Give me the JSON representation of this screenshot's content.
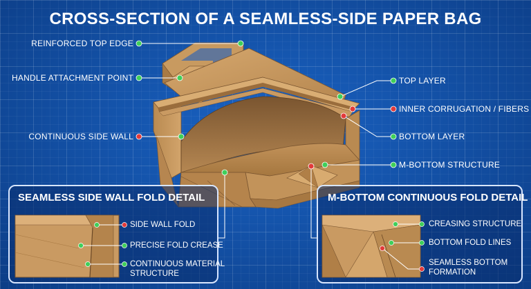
{
  "title": "CROSS-SECTION OF A SEAMLESS-SIDE PAPER BAG",
  "labels": {
    "reinforced_top_edge": "REINFORCED TOP EDGE",
    "handle_attachment_point": "HANDLE ATTACHMENT POINT",
    "continuous_side_wall": "CONTINUOUS SIDE WALL",
    "top_layer": "TOP LAYER",
    "inner_corrugation": "INNER CORRUGATION / FIBERS",
    "bottom_layer": "BOTTOM LAYER",
    "m_bottom_structure": "M-BOTTOM STRUCTURE"
  },
  "insets": {
    "side_wall": {
      "title": "SEAMLESS SIDE WALL FOLD DETAIL",
      "side_wall_fold": "SIDE WALL FOLD",
      "precise_fold_crease": "PRECISE FOLD CREASE",
      "continuous_material_line1": "CONTINUOUS MATERIAL",
      "continuous_material_line2": "STRUCTURE"
    },
    "m_bottom": {
      "title": "M-BOTTOM CONTINUOUS FOLD DETAIL",
      "creasing_structure": "CREASING STRUCTURE",
      "bottom_fold_lines": "BOTTOM FOLD LINES",
      "seamless_bottom_line1": "SEAMLESS BOTTOM",
      "seamless_bottom_line2": "FORMATION"
    }
  },
  "colors": {
    "background": "#0f4aa0",
    "kraft": "#c99a62",
    "kraft_dark": "#a87a45",
    "green_marker": "#3fcf5a",
    "red_marker": "#e23a3a"
  }
}
